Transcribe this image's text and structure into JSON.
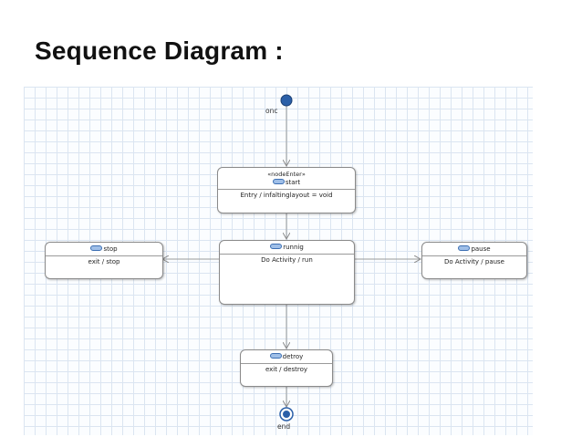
{
  "title": "Sequence Diagram :",
  "diagram": {
    "initial_label": "onc",
    "final_label": "end",
    "states": {
      "start": {
        "stereotype": "«nodeEnter»",
        "name": "start",
        "activity": "Entry / infaltinglayout = void"
      },
      "running": {
        "name": "runnig",
        "activity": "Do Activity / run"
      },
      "stop": {
        "name": "stop",
        "activity": "exit / stop"
      },
      "pause": {
        "name": "pause",
        "activity": "Do Activity / pause"
      },
      "destroy": {
        "name": "detroy",
        "activity": "exit / destroy"
      }
    },
    "colors": {
      "grid": "#dbe5f1",
      "initial_node": "#2a5fa8",
      "edge": "#9a9a9a",
      "state_icon": "#9fbfe8"
    }
  }
}
